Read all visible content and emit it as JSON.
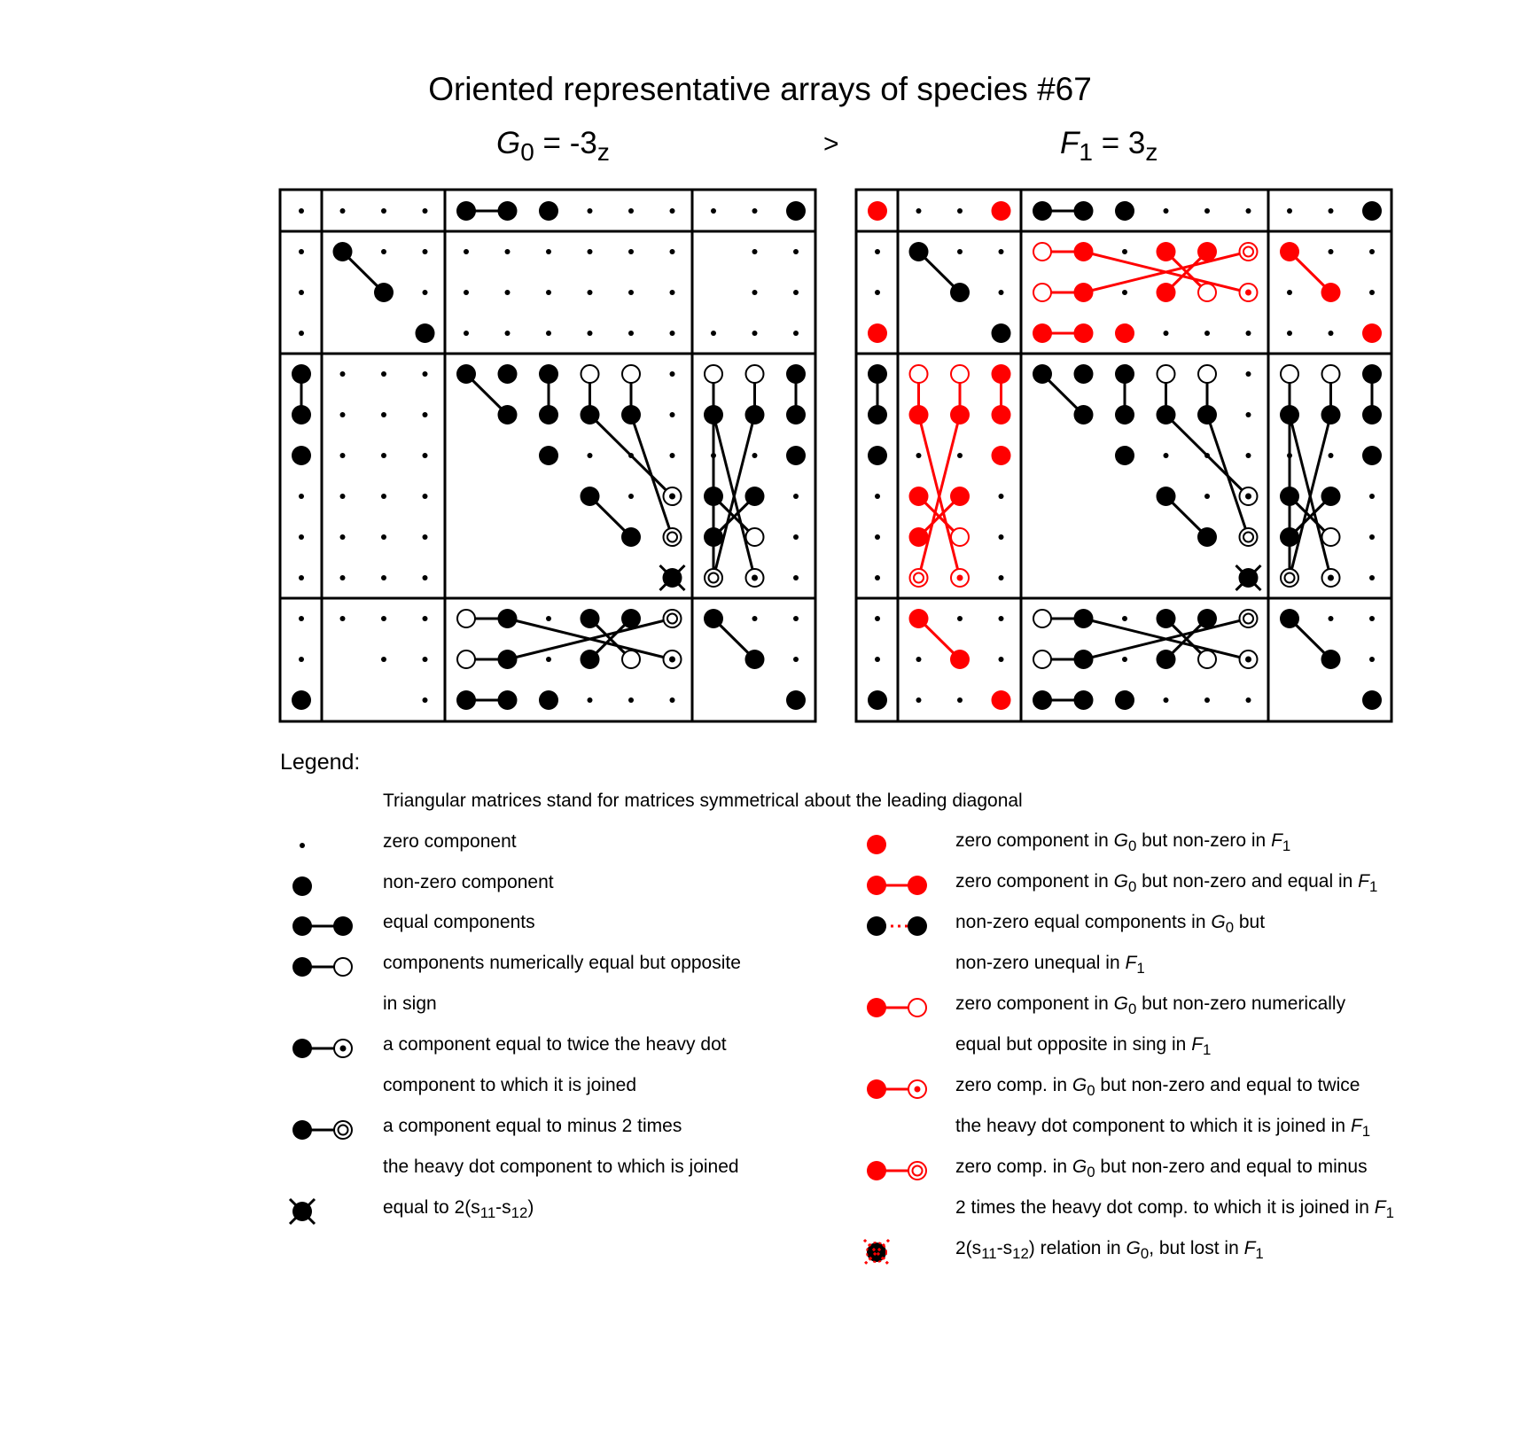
{
  "title": "Oriented representative arrays of species #67",
  "header": {
    "left_sym": "G",
    "left_sub": "0",
    "left_eq": " = -3",
    "left_sub2": "z",
    "comparator": ">",
    "right_sym": "F",
    "right_sub": "1",
    "right_eq": " = 3",
    "right_sub2": "z"
  },
  "colors": {
    "ink": "#000000",
    "accent": "#ff0000"
  },
  "legend": {
    "heading": "Legend:",
    "note": "Triangular matrices stand for matrices symmetrical about the leading diagonal",
    "zero": "zero component",
    "nonzero": "non-zero component",
    "equal": "equal components",
    "opp1": "components numerically equal but opposite",
    "opp2": "in sign",
    "twice1": "a component equal to twice the heavy dot",
    "twice2": "component to which it is joined",
    "minus1": "a component equal to minus 2 times",
    "minus2": "the heavy dot component to which is joined",
    "s_a": "equal to 2(s",
    "s_b": "11",
    "s_c": "-s",
    "s_d": "12",
    "s_e": ")",
    "r1a": "zero component in ",
    "r1b": " but non-zero in ",
    "r2a": "zero component in ",
    "r2b": " but non-zero and equal in ",
    "r3a": "non-zero equal components in ",
    "r3b": " but",
    "r3c": "non-zero unequal in ",
    "r4a": "zero component in ",
    "r4b": " but non-zero numerically",
    "r4c": "equal but opposite in sing in ",
    "r5a": "zero comp. in ",
    "r5b": " but non-zero and equal to twice",
    "r5c": "the heavy dot component to which it is joined in ",
    "r6a": "zero comp. in ",
    "r6b": " but non-zero and equal to minus",
    "r6c": "2 times the heavy dot comp. to which it is joined in ",
    "r7a": "2(s",
    "r7b": "11",
    "r7c": "-s",
    "r7d": "12",
    "r7e": ") relation in ",
    "r7f": ", but lost in ",
    "G": "G",
    "F": "F",
    "sub0": "0",
    "sub1": "1"
  }
}
